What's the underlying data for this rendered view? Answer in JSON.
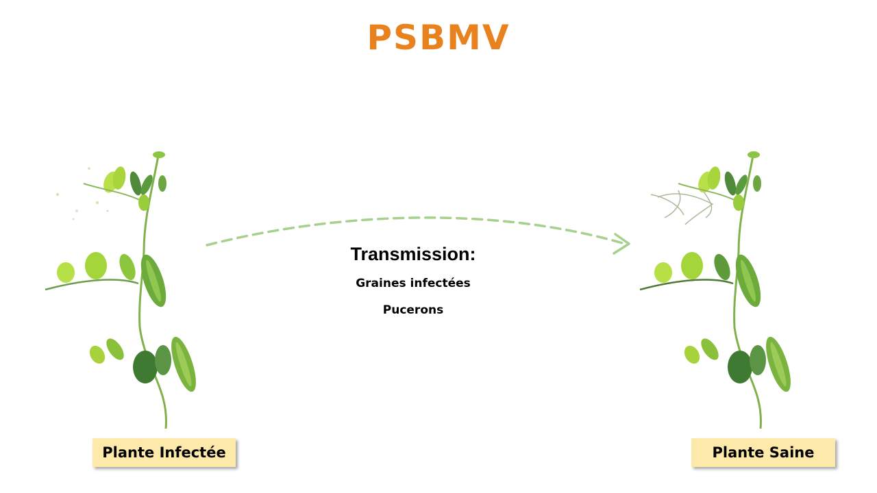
{
  "slide": {
    "title": "PSBMV",
    "title_color": "#E8821E",
    "transmission": {
      "heading": "Transmission:",
      "items": [
        "Graines infectées",
        "Pucerons"
      ]
    },
    "labels": {
      "infected": "Plante Infectée",
      "healthy": "Plante Saine"
    },
    "label_bg_color": "#FDE9A9",
    "arrow_color": "#A8D08D",
    "icons": {
      "left_plant": "infected-pea-plant-image",
      "right_plant": "healthy-pea-plant-image",
      "arrow": "dashed-curved-arrow-icon"
    }
  }
}
